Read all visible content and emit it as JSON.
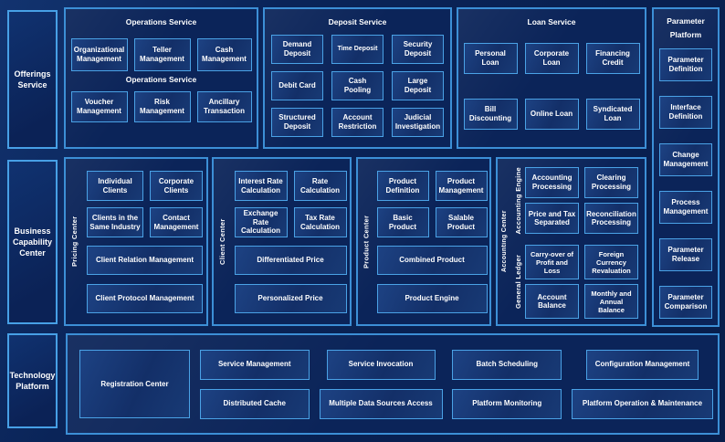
{
  "colors": {
    "background": "#0a2155",
    "panel_fill": "#0b2459",
    "box_fill": "#16356e",
    "border_accent": "#47a0e6",
    "text": "#ffffff"
  },
  "side_labels": {
    "offerings": "Offerings Service",
    "business": "Business Capability Center",
    "technology": "Technology Platform"
  },
  "operations": {
    "title": "Operations Service",
    "title2": "Operations Service",
    "row1": [
      "Organizational Management",
      "Teller Management",
      "Cash Management"
    ],
    "row2": [
      "Voucher Management",
      "Risk Management",
      "Ancillary Transaction"
    ]
  },
  "deposit": {
    "title": "Deposit Service",
    "rows": [
      [
        "Demand Deposit",
        "Time Deposit",
        "Security Deposit"
      ],
      [
        "Debit Card",
        "Cash Pooling",
        "Large Deposit"
      ],
      [
        "Structured Deposit",
        "Account Restriction",
        "Judicial Investigation"
      ]
    ]
  },
  "loan": {
    "title": "Loan Service",
    "rows": [
      [
        "Personal Loan",
        "Corporate Loan",
        "Financing Credit"
      ],
      [
        "Bill Discounting",
        "Online Loan",
        "Syndicated Loan"
      ]
    ]
  },
  "parameter": {
    "title": "Parameter Platform",
    "items": [
      "Parameter Definition",
      "Interface Definition",
      "Change Management",
      "Process Management",
      "Parameter Release",
      "Parameter Comparison"
    ]
  },
  "pricing_center": {
    "vlabel": "Pricing Center",
    "grid": [
      "Individual Clients",
      "Corporate Clients",
      "Clients in the Same Industry",
      "Contact Management"
    ],
    "wide": [
      "Client Relation Management",
      "Client Protocol Management"
    ]
  },
  "client_center": {
    "vlabel": "Client Center",
    "grid": [
      "Interest Rate Calculation",
      "Rate Calculation",
      "Exchange Rate Calculation",
      "Tax Rate Calculation"
    ],
    "wide": [
      "Differentiated Price",
      "Personalized Price"
    ]
  },
  "product_center": {
    "vlabel": "Product Center",
    "grid": [
      "Product Definition",
      "Product Management",
      "Basic Product",
      "Salable Product"
    ],
    "wide": [
      "Combined Product",
      "Product Engine"
    ]
  },
  "accounting_center": {
    "vlabel": "Accounting Center",
    "groups": [
      {
        "vlabel": "Accounting Engine",
        "boxes": [
          "Accounting Processing",
          "Clearing Processing",
          "Price and Tax Separated",
          "Reconciliation Processing"
        ]
      },
      {
        "vlabel": "General Ledger",
        "boxes": [
          "Carry-over of Profit and Loss",
          "Foreign Currency Revaluation",
          "Account Balance",
          "Monthly and Annual Balance"
        ]
      }
    ]
  },
  "technology_platform": {
    "registration": "Registration Center",
    "cols": [
      [
        "Service Management",
        "Distributed Cache"
      ],
      [
        "Service Invocation",
        "Multiple Data Sources Access"
      ],
      [
        "Batch Scheduling",
        "Platform Monitoring"
      ],
      [
        "Configuration Management",
        "Platform Operation & Maintenance"
      ]
    ]
  }
}
